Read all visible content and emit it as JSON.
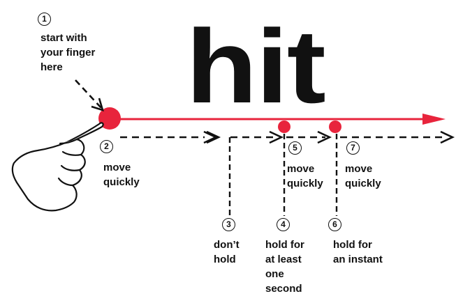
{
  "headline_word": "hit",
  "colors": {
    "accent_red": "#e8243c",
    "ink": "#111111"
  },
  "icons": {
    "pointing_hand": "pointing-hand-icon"
  },
  "steps": [
    {
      "number": "1",
      "lines": [
        "start with",
        "your finger",
        "here"
      ]
    },
    {
      "number": "2",
      "lines": [
        "move",
        "quickly"
      ]
    },
    {
      "number": "3",
      "lines": [
        "don’t",
        "hold"
      ]
    },
    {
      "number": "4",
      "lines": [
        "hold for",
        "at least",
        "one",
        "second"
      ]
    },
    {
      "number": "5",
      "lines": [
        "move",
        "quickly"
      ]
    },
    {
      "number": "6",
      "lines": [
        "hold for",
        "an instant"
      ]
    },
    {
      "number": "7",
      "lines": [
        "move",
        "quickly"
      ]
    }
  ]
}
